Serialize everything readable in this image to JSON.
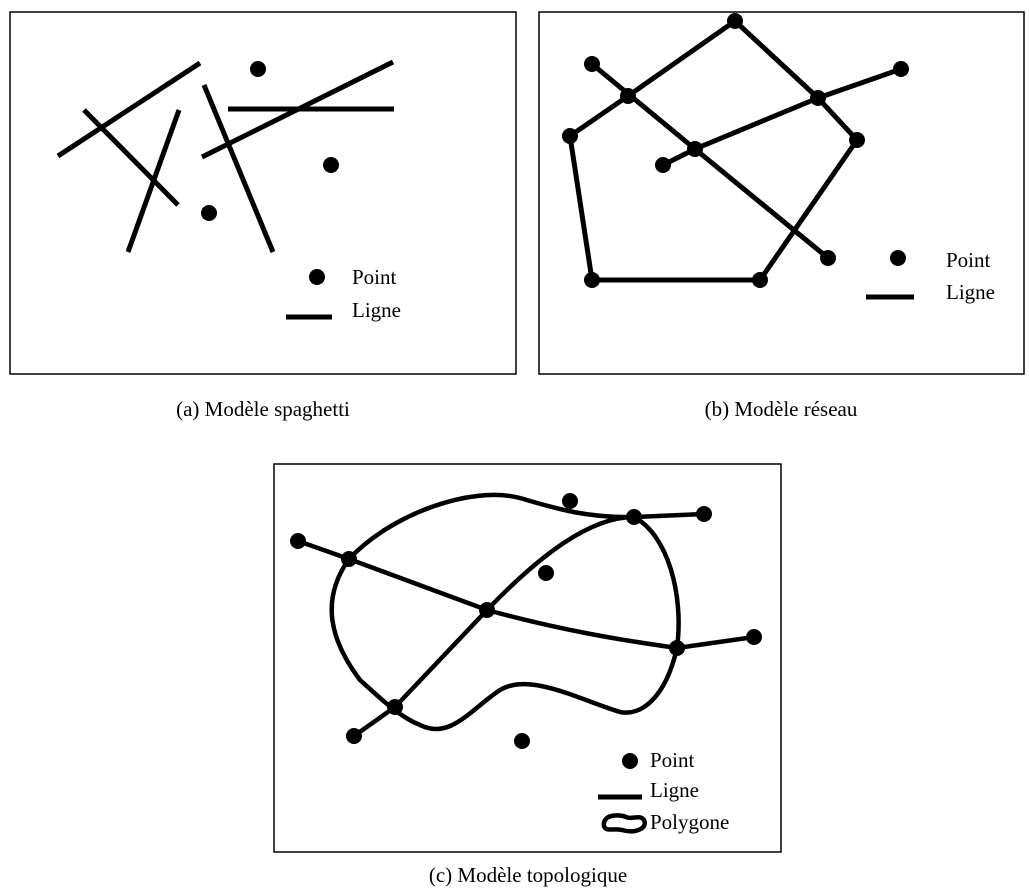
{
  "colors": {
    "ink": "#000000",
    "background": "#ffffff"
  },
  "panels": [
    {
      "id": "a",
      "caption": "(a) Modèle spaghetti",
      "legend": {
        "point_label": "Point",
        "line_label": "Ligne"
      }
    },
    {
      "id": "b",
      "caption": "(b) Modèle réseau",
      "legend": {
        "point_label": "Point",
        "line_label": "Ligne"
      }
    },
    {
      "id": "c",
      "caption": "(c) Modèle topologique",
      "legend": {
        "point_label": "Point",
        "line_label": "Ligne",
        "polygon_label": "Polygone"
      }
    }
  ]
}
